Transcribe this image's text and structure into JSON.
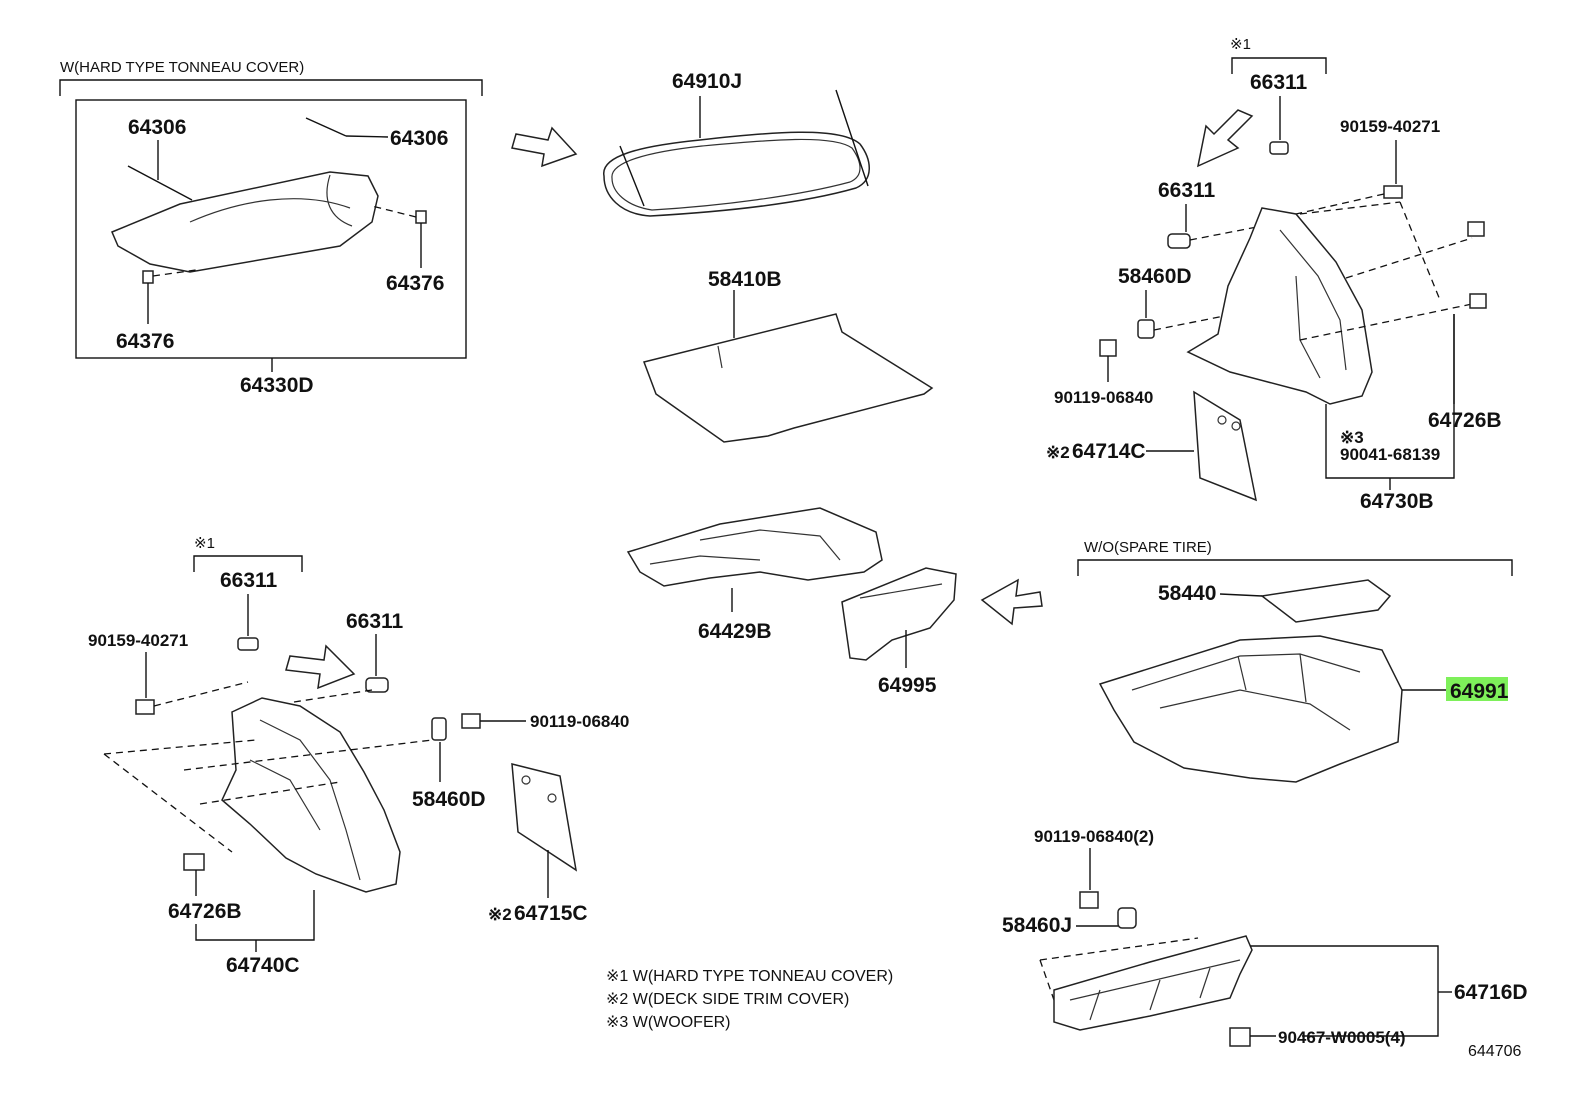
{
  "groups": {
    "hard_tonneau": "W(HARD TYPE TONNEAU COVER)",
    "note1_top": "※1",
    "note1_left": "※1",
    "wo_spare": "W/O(SPARE TIRE)"
  },
  "parts": {
    "p64306_a": "64306",
    "p64306_b": "64306",
    "p64376_a": "64376",
    "p64376_b": "64376",
    "p64330D": "64330D",
    "p64910J": "64910J",
    "p58410B": "58410B",
    "p66311_top": "66311",
    "p66311_right": "66311",
    "p90159_right": "90159-40271",
    "p58460D_right": "58460D",
    "p90119_right": "90119-06840",
    "p64714C": "64714C",
    "p64714C_prefix": "※2",
    "p90041_prefix": "※3",
    "p90041": "90041-68139",
    "p64726B_right": "64726B",
    "p64730B": "64730B",
    "p64429B": "64429B",
    "p64995": "64995",
    "p58440": "58440",
    "p64991": "64991",
    "p66311_left_top": "66311",
    "p66311_left": "66311",
    "p90159_left": "90159-40271",
    "p90119_left": "90119-06840",
    "p58460D_left": "58460D",
    "p64715C": "64715C",
    "p64715C_prefix": "※2",
    "p64726B_left": "64726B",
    "p64740C": "64740C",
    "p90119_2": "90119-06840(2)",
    "p58460J": "58460J",
    "p64716D": "64716D",
    "p90467": "90467-W0005(4)"
  },
  "notes": [
    "※1 W(HARD TYPE TONNEAU COVER)",
    "※2 W(DECK SIDE TRIM COVER)",
    "※3 W(WOOFER)"
  ],
  "diagram_id": "644706",
  "highlight_color": "#7ef05a"
}
